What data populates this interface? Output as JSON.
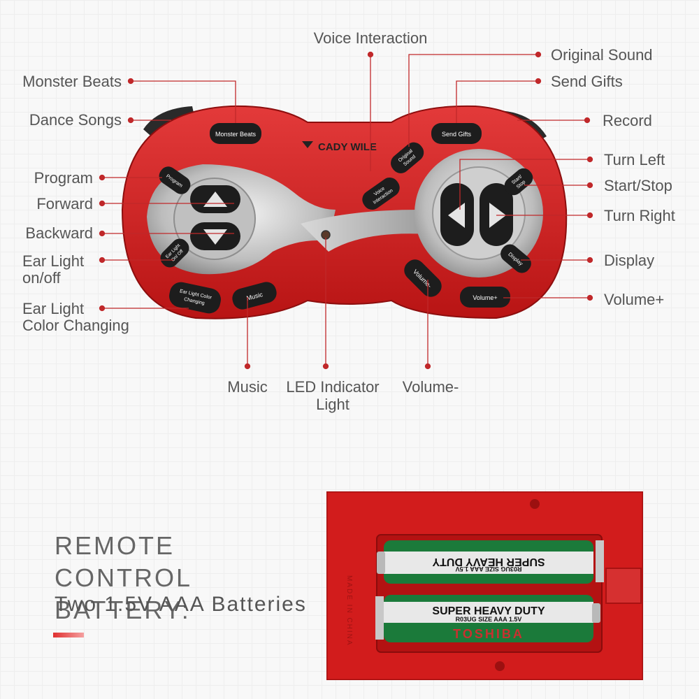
{
  "labels": {
    "voice_interaction": "Voice Interaction",
    "original_sound": "Original Sound",
    "send_gifts": "Send Gifts",
    "monster_beats": "Monster Beats",
    "dance_songs": "Dance Songs",
    "record": "Record",
    "program": "Program",
    "turn_left": "Turn Left",
    "start_stop": "Start/Stop",
    "forward": "Forward",
    "turn_right": "Turn Right",
    "backward": "Backward",
    "ear_light_onoff_line1": "Ear Light",
    "ear_light_onoff_line2": "on/off",
    "display": "Display",
    "ear_light_color_line1": "Ear Light",
    "ear_light_color_line2": "Color Changing",
    "volume_plus": "Volume+",
    "music": "Music",
    "led_line1": "LED Indicator",
    "led_line2": "Light",
    "volume_minus": "Volume-"
  },
  "remote": {
    "brand": "CADY WILE",
    "buttons": {
      "monster_beats": "Monster Beats",
      "send_gifts": "Send Gifts",
      "original_sound_1": "Original",
      "original_sound_2": "Sound",
      "voice_interaction_1": "Voice",
      "voice_interaction_2": "Interaction",
      "program": "Program",
      "start_stop_1": "Start/",
      "start_stop_2": "Stop",
      "ear_light_onoff_1": "Ear Light",
      "ear_light_onoff_2": "On/ Off",
      "display": "Display",
      "ear_light_color_1": "Ear Light Color",
      "ear_light_color_2": "Changing",
      "music": "Music",
      "volume_minus": "Volume-",
      "volume_plus": "Volume+"
    }
  },
  "battery": {
    "title_line1": "REMOTE CONTROL",
    "title_line2": "BATTERY:",
    "subtitle": "Two 1.5V AAA Batteries",
    "top_battery_main": "SUPER HEAVY DUTY",
    "top_battery_spec": "R03UG SIZE AAA 1.5V",
    "bottom_battery_main": "SUPER HEAVY DUTY",
    "bottom_battery_spec": "R03UG SIZE AAA 1.5V",
    "bottom_battery_brand": "TOSHIBA",
    "case_text": "MADE IN CHINA"
  },
  "colors": {
    "remote_red": "#d01f1f",
    "leader_red": "#c0282a",
    "label_gray": "#555555",
    "battery_green": "#1b7a3a"
  }
}
